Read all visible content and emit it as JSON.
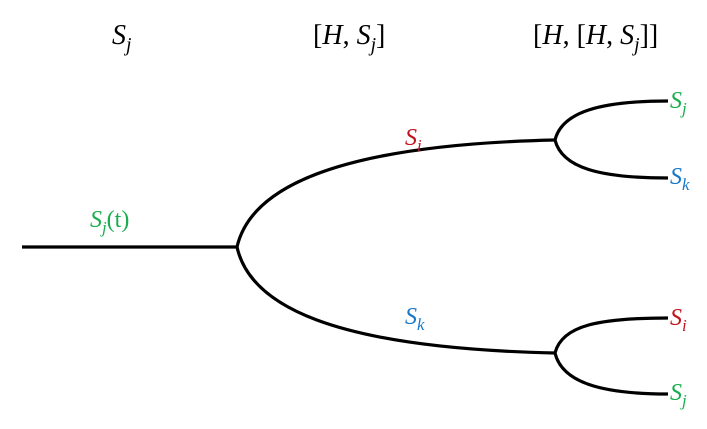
{
  "colors": {
    "green": "#1aad4f",
    "red": "#c0141c",
    "blue": "#1878c8",
    "line": "#000000"
  },
  "headers": {
    "col1": {
      "base": "S",
      "sub": "j"
    },
    "col2": {
      "open": "[",
      "H": "H",
      "comma": ", ",
      "base": "S",
      "sub": "j",
      "close": "]"
    },
    "col3": {
      "open": "[",
      "H": "H",
      "comma": ", ",
      "open2": "[",
      "H2": "H",
      "comma2": ", ",
      "base": "S",
      "sub": "j",
      "close": "]]"
    }
  },
  "root_edge": {
    "base": "S",
    "sub": "j",
    "suffix": "(t)",
    "color": "green"
  },
  "level1": [
    {
      "base": "S",
      "sub": "i",
      "color": "red"
    },
    {
      "base": "S",
      "sub": "k",
      "color": "blue"
    }
  ],
  "leaves": [
    {
      "base": "S",
      "sub": "j",
      "color": "green"
    },
    {
      "base": "S",
      "sub": "k",
      "color": "blue"
    },
    {
      "base": "S",
      "sub": "i",
      "color": "red"
    },
    {
      "base": "S",
      "sub": "j",
      "color": "green"
    }
  ]
}
